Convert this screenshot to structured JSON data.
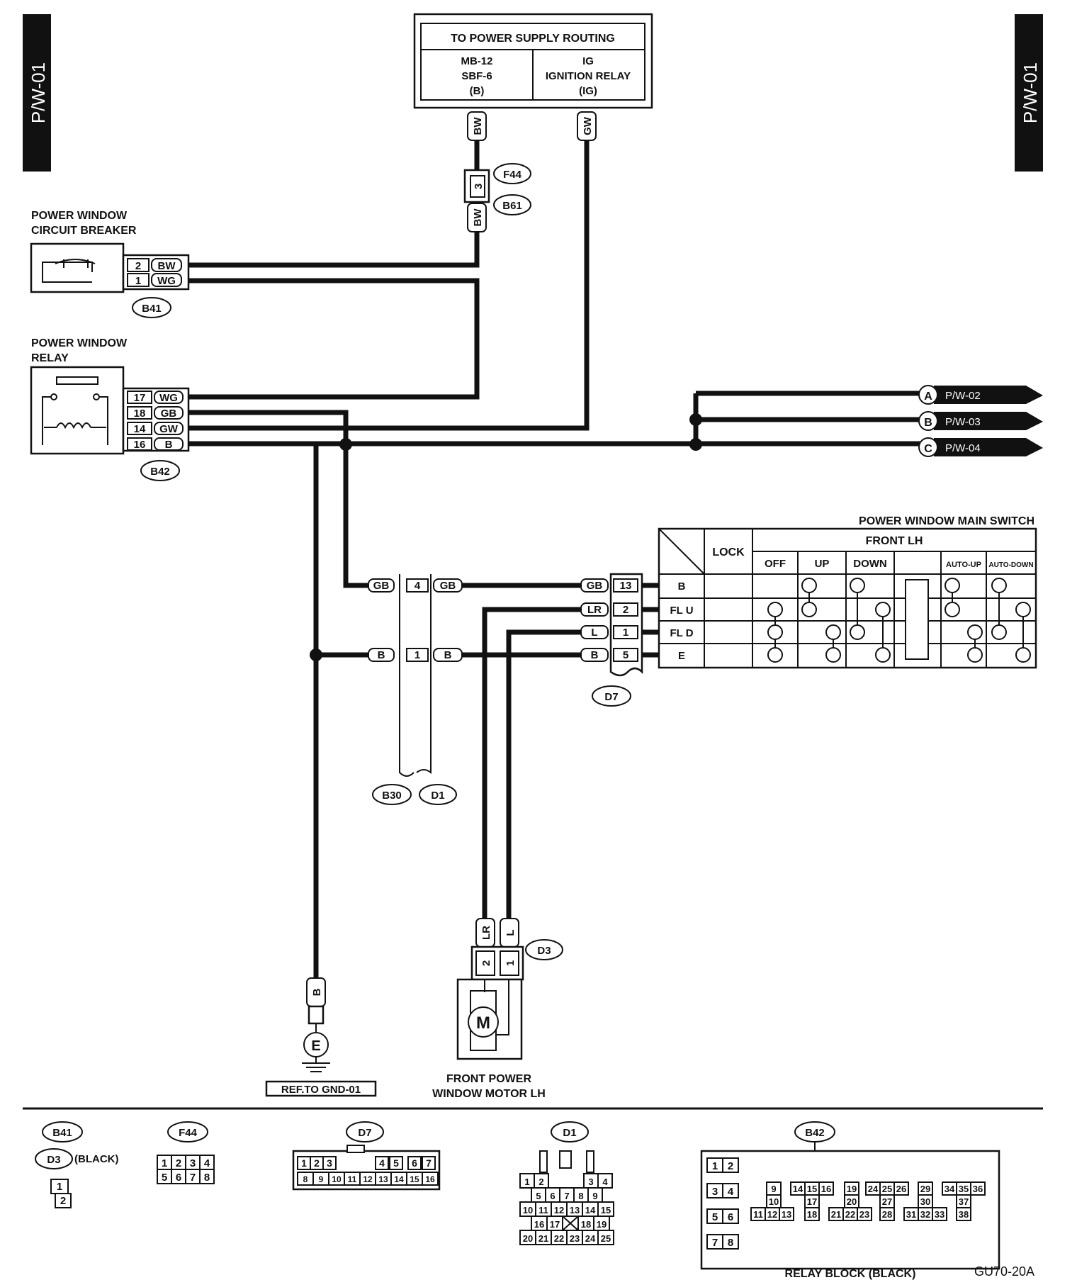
{
  "page_tabs": {
    "left": "P/W-01",
    "right": "P/W-01"
  },
  "supply": {
    "title": "TO POWER SUPPLY ROUTING",
    "left": [
      "MB-12",
      "SBF-6",
      "(B)"
    ],
    "right": [
      "IG",
      "IGNITION RELAY",
      "(IG)"
    ]
  },
  "wires": {
    "bw": "BW",
    "wg": "WG",
    "gb": "GB",
    "gw": "GW",
    "b": "B",
    "lr": "LR",
    "l": "L"
  },
  "connectors": {
    "f44": "F44",
    "b61": "B61",
    "b41": "B41",
    "b42": "B42",
    "b30": "B30",
    "d1": "D1",
    "d7": "D7",
    "d3": "D3",
    "e": "E"
  },
  "pins": {
    "f44_3": "3",
    "b41_2": "2",
    "b41_1": "1",
    "b42_17": "17",
    "b42_18": "18",
    "b42_14": "14",
    "b42_16": "16",
    "b30_4": "4",
    "b30_1": "1",
    "d7_13": "13",
    "d7_2": "2",
    "d7_1": "1",
    "d7_5": "5",
    "d3_2": "2",
    "d3_1": "1"
  },
  "components": {
    "breaker": [
      "POWER WINDOW",
      "CIRCUIT BREAKER"
    ],
    "relay": [
      "POWER WINDOW",
      "RELAY"
    ],
    "motor": [
      "FRONT POWER",
      "WINDOW MOTOR LH"
    ],
    "motor_symbol": "M",
    "ground_ref": "REF.TO GND-01"
  },
  "outputs": [
    {
      "letter": "A",
      "ref": "P/W-02"
    },
    {
      "letter": "B",
      "ref": "P/W-03"
    },
    {
      "letter": "C",
      "ref": "P/W-04"
    }
  ],
  "main_switch": {
    "title": "POWER WINDOW MAIN SWITCH",
    "lock": "LOCK",
    "front": "FRONT LH",
    "cols": [
      "OFF",
      "UP",
      "DOWN",
      "AUTO-UP",
      "AUTO-DOWN"
    ],
    "rows": [
      "B",
      "FL U",
      "FL D",
      "E"
    ]
  },
  "legend": {
    "b41": "B41",
    "d3": "D3",
    "black": "(BLACK)",
    "f44": "F44",
    "d7": "D7",
    "d1": "D1",
    "b42": "B42",
    "b41_pins": [
      "1",
      "2"
    ],
    "f44_pins": [
      [
        "1",
        "2",
        "3",
        "4"
      ],
      [
        "5",
        "6",
        "7",
        "8"
      ]
    ],
    "d7_pins": [
      [
        "1",
        "2",
        "3",
        "4",
        "5",
        "6",
        "7"
      ],
      [
        "8",
        "9",
        "10",
        "11",
        "12",
        "13",
        "14",
        "15",
        "16"
      ]
    ],
    "d1_pins": [
      [
        "1",
        "2",
        "3",
        "4"
      ],
      [
        "5",
        "6",
        "7",
        "8",
        "9"
      ],
      [
        "10",
        "11",
        "12",
        "13",
        "14",
        "15"
      ],
      [
        "16",
        "17",
        "18",
        "19"
      ],
      [
        "20",
        "21",
        "22",
        "23",
        "24",
        "25"
      ]
    ],
    "relay_block": "RELAY BLOCK (BLACK)",
    "relay_left": [
      [
        "1",
        "2"
      ],
      [
        "3",
        "4"
      ],
      [
        "5",
        "6"
      ],
      [
        "7",
        "8"
      ]
    ],
    "relay_row1": [
      "9",
      "14",
      "15",
      "16",
      "19",
      "24",
      "25",
      "26",
      "29",
      "34",
      "35",
      "36"
    ],
    "relay_row2": [
      "10",
      "17",
      "20",
      "27",
      "30",
      "37"
    ],
    "relay_row3": [
      "11",
      "12",
      "13",
      "18",
      "21",
      "22",
      "23",
      "28",
      "31",
      "32",
      "33",
      "38"
    ]
  },
  "figure_id": "GU70-20A"
}
